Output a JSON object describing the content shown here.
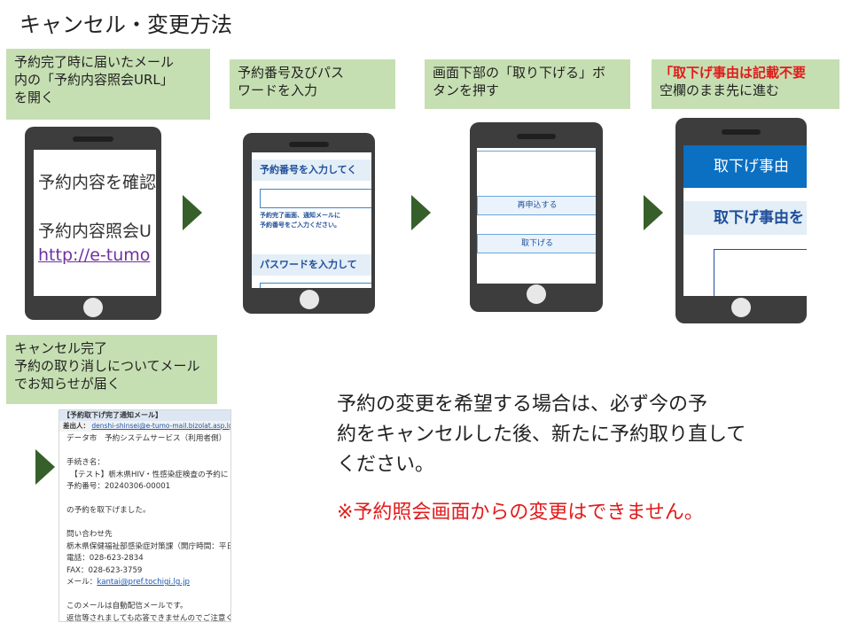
{
  "title": "キャンセル・変更方法",
  "steps": [
    {
      "line1": "予約完了時に届いたメール",
      "line2": "内の「予約内容照会URL」",
      "line3": "を開く"
    },
    {
      "line1": "予約番号及びパス",
      "line2": "ワードを入力"
    },
    {
      "line1": "画面下部の「取り下げる」ボ",
      "line2": "タンを押す"
    },
    {
      "line1_red": "「取下げ事由は記載不要",
      "line2": "空欄のまま先に進む"
    },
    {
      "line1": "キャンセル完了",
      "line2": "予約の取り消しについてメール",
      "line3": "でお知らせが届く"
    }
  ],
  "phone1": {
    "line1": "予約内容を確認",
    "line2": "予約内容照会U",
    "link": "http://e-tumo"
  },
  "phone2": {
    "header1": "予約番号を入力してく",
    "note1": "予約完了画面、通知メールに",
    "note2": "予約番号をご入力ください。",
    "header2": "パスワードを入力して"
  },
  "phone3": {
    "btn1": "再申込する",
    "btn2": "取下げる"
  },
  "phone4": {
    "header1": "取下げ事由",
    "header2": "取下げ事由を"
  },
  "email": {
    "subject": "【予約取下げ完了通知メール】",
    "from_label": "差出人：",
    "from_addr": "denshi-shinsei@e-tumo-mail.bizolat.asp.lgwan.jp",
    "l1": "データ市　予約システムサービス（利用者側）",
    "l2": "手続き名：",
    "l3": "　【テスト】栃木県HIV・性感染症検査の予約に",
    "l4": "予約番号：20240306-00001",
    "l5": "の予約を取下げました。",
    "l6": "問い合わせ先",
    "l7": "栃木県保健福祉部感染症対策課（開庁時間：平日",
    "l8": "電話：028-623-2834",
    "l9": "FAX：028-623-3759",
    "l10_label": "メール：",
    "l10_link": "kantai@pref.tochigi.lg.jp",
    "l11": "このメールは自動配信メールです。",
    "l12": "返信等されましても応答できませんのでご注意く"
  },
  "notice": {
    "line1": "予約の変更を希望する場合は、必ず今の予",
    "line2": "約をキャンセルした後、新たに予約取り直して",
    "line3": "ください。",
    "warning": "※予約照会画面からの変更はできません。"
  },
  "colors": {
    "box_green": "#c6dfb2",
    "arrow_green": "#365f2a",
    "warning_red": "#e21a1a",
    "link_purple": "#7030a0",
    "header_blue": "#0b6fc2"
  }
}
